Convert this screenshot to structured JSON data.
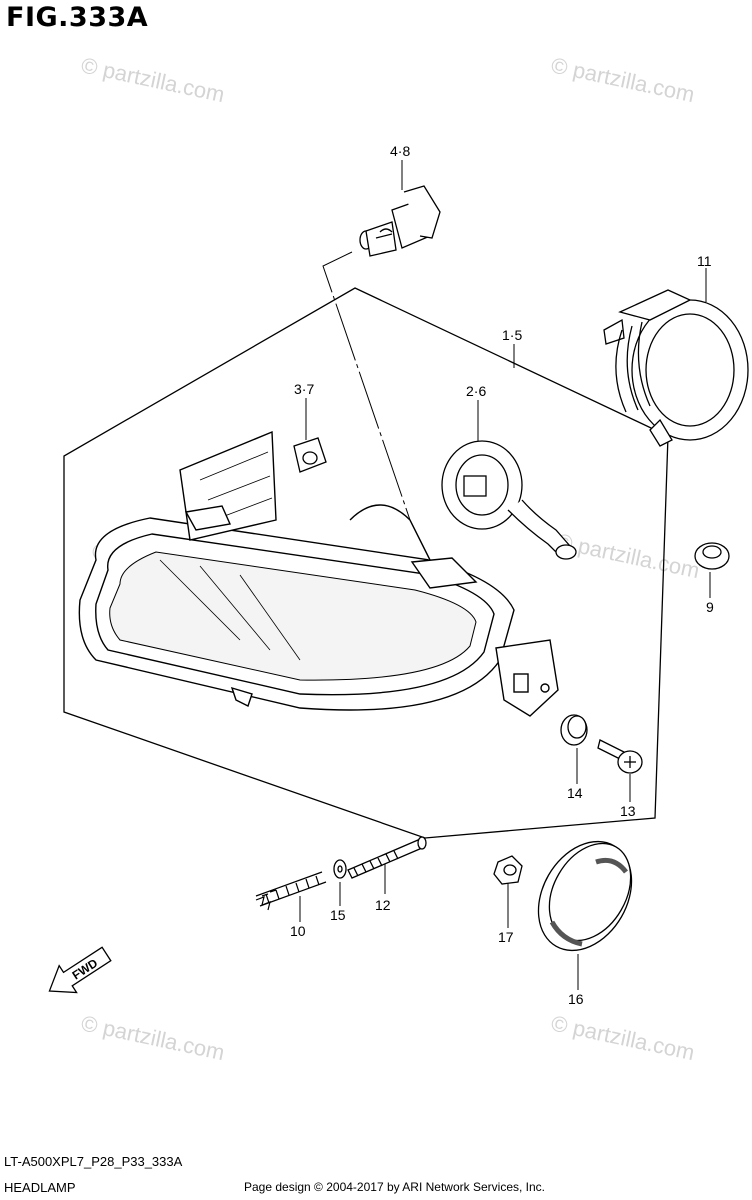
{
  "figure": {
    "title": "FIG.333A"
  },
  "callouts": [
    {
      "id": "4-8",
      "text": "4·8"
    },
    {
      "id": "11",
      "text": "11"
    },
    {
      "id": "1-5",
      "text": "1·5"
    },
    {
      "id": "3-7",
      "text": "3·7"
    },
    {
      "id": "2-6",
      "text": "2·6"
    },
    {
      "id": "9",
      "text": "9"
    },
    {
      "id": "14",
      "text": "14"
    },
    {
      "id": "13",
      "text": "13"
    },
    {
      "id": "12",
      "text": "12"
    },
    {
      "id": "10",
      "text": "10"
    },
    {
      "id": "15",
      "text": "15"
    },
    {
      "id": "17",
      "text": "17"
    },
    {
      "id": "16",
      "text": "16"
    }
  ],
  "direction_tag": {
    "text": "FWD"
  },
  "watermark": {
    "text": "© partzilla.com"
  },
  "footer": {
    "code": "LT-A500XPL7_P28_P33_333A",
    "name": "HEADLAMP",
    "credit": "Page design © 2004-2017 by ARI Network Services, Inc."
  }
}
